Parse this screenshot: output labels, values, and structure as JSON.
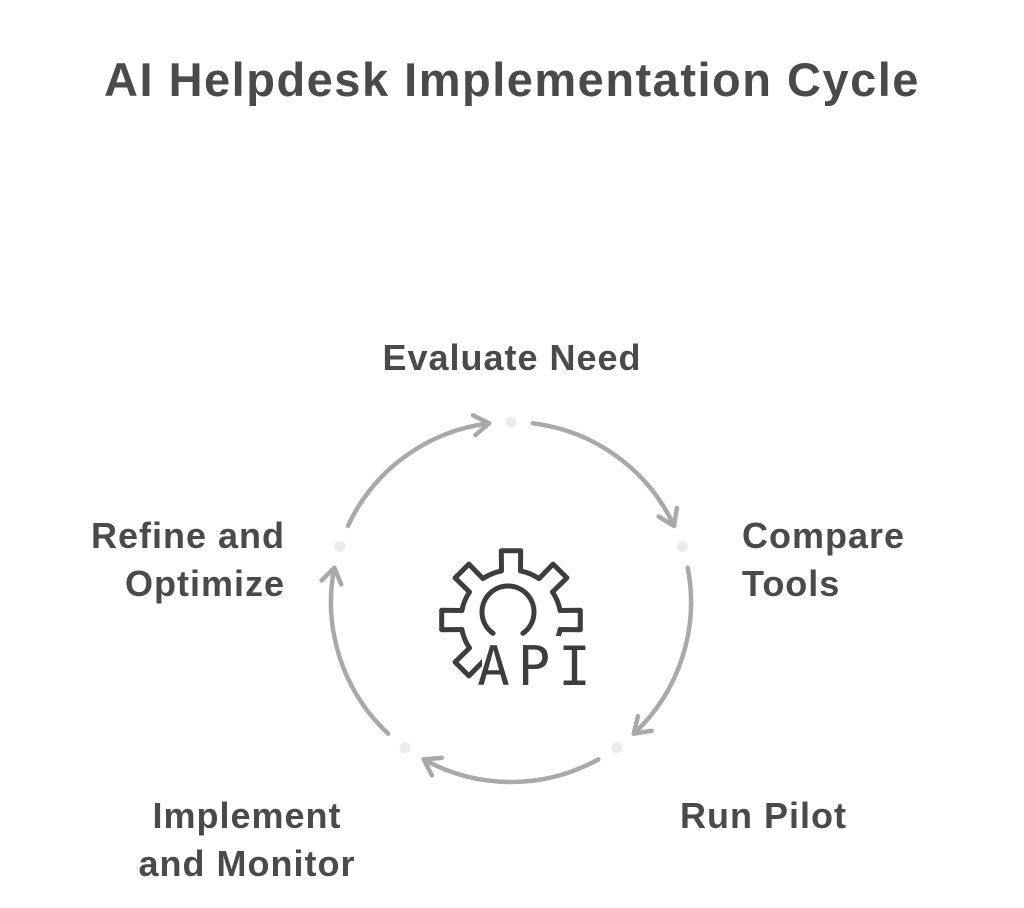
{
  "title": "AI Helpdesk Implementation Cycle",
  "center_icon": {
    "name": "api-gear-icon",
    "label": "API"
  },
  "cycle": {
    "type": "circular-process",
    "direction": "clockwise",
    "step_count": 5,
    "steps": [
      {
        "id": "evaluate-need",
        "position": "top",
        "label": "Evaluate Need",
        "lines": [
          "Evaluate Need"
        ]
      },
      {
        "id": "compare-tools",
        "position": "right",
        "label": "Compare Tools",
        "lines": [
          "Compare",
          "Tools"
        ]
      },
      {
        "id": "run-pilot",
        "position": "bottom-right",
        "label": "Run Pilot",
        "lines": [
          "Run Pilot"
        ]
      },
      {
        "id": "implement-and-monitor",
        "position": "bottom-left",
        "label": "Implement and Monitor",
        "lines": [
          "Implement",
          "and Monitor"
        ]
      },
      {
        "id": "refine-and-optimize",
        "position": "left",
        "label": "Refine and Optimize",
        "lines": [
          "Refine and",
          "Optimize"
        ]
      }
    ]
  },
  "colors": {
    "background": "#ffffff",
    "title_text": "#4a4a4a",
    "label_text": "#4a4a4a",
    "arc": "#a9a9a9",
    "node_dot": "#ebebeb",
    "icon_stroke": "#3d3d3d"
  }
}
